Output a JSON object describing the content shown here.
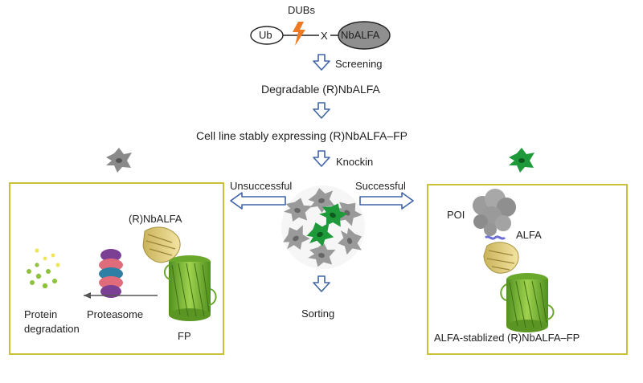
{
  "top": {
    "dubs": "DUBs",
    "ub": "Ub",
    "x": "X",
    "nbalfa": "NbALFA"
  },
  "steps": {
    "screening": "Screening",
    "degradable": "Degradable (R)NbALFA",
    "cell_line": "Cell line stably expressing (R)NbALFA–FP",
    "knockin": "Knockin",
    "unsuccessful": "Unsuccessful",
    "successful": "Successful",
    "sorting": "Sorting"
  },
  "left_panel": {
    "nbalfa_label": "(R)NbALFA",
    "protein_degradation_line1": "Protein",
    "protein_degradation_line2": "degradation",
    "proteasome": "Proteasome",
    "fp": "FP"
  },
  "right_panel": {
    "poi": "POI",
    "alfa": "ALFA",
    "stabilized": "ALFA-stablized (R)NbALFA–FP"
  },
  "colors": {
    "arrow": "#3f63a8",
    "panel_border": "#c9c238",
    "cell_gray": "#8a8a8a",
    "cell_green": "#1f9a3a",
    "lightning": "#f07a23",
    "gfp": "#7ab83a",
    "nanobody": "#e8d483",
    "poi": "#9a9a9a"
  }
}
